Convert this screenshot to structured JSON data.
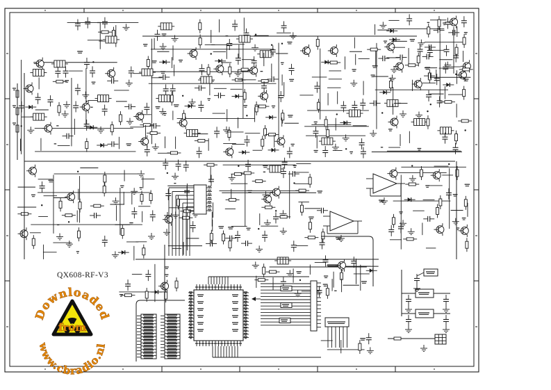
{
  "sheet": {
    "title": "QX608-RF-V3"
  },
  "watermark": {
    "arc_top": "Downloaded",
    "middle": "from",
    "arc_bottom": "www.cbradio.nl",
    "icon": "radiation-warning-icon",
    "text_color": "#E0850A",
    "text_outline_color": "#7A3A00",
    "triangle_fill": "#F2E40A",
    "triangle_border_color": "#111111"
  },
  "colors": {
    "paper": "#ffffff",
    "ink": "#1b1b1b",
    "label_ink": "#2b2b2b"
  }
}
